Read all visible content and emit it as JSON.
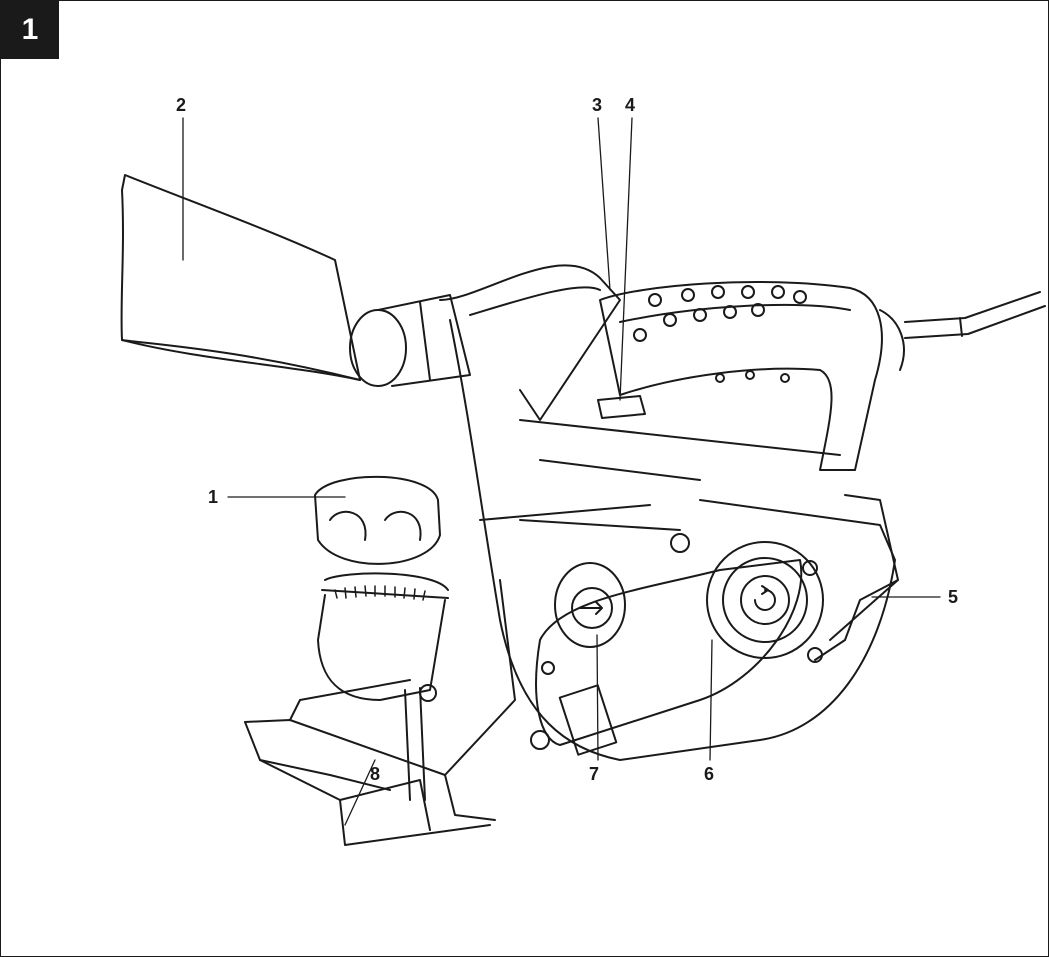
{
  "figure": {
    "number": "1"
  },
  "callouts": [
    {
      "id": "1",
      "text": "1"
    },
    {
      "id": "2",
      "text": "2"
    },
    {
      "id": "3",
      "text": "3"
    },
    {
      "id": "4",
      "text": "4"
    },
    {
      "id": "5",
      "text": "5"
    },
    {
      "id": "6",
      "text": "6"
    },
    {
      "id": "7",
      "text": "7"
    },
    {
      "id": "8",
      "text": "8"
    }
  ],
  "colors": {
    "line": "#1a1a1a",
    "badge_bg": "#1a1a1a",
    "badge_text": "#ffffff"
  }
}
